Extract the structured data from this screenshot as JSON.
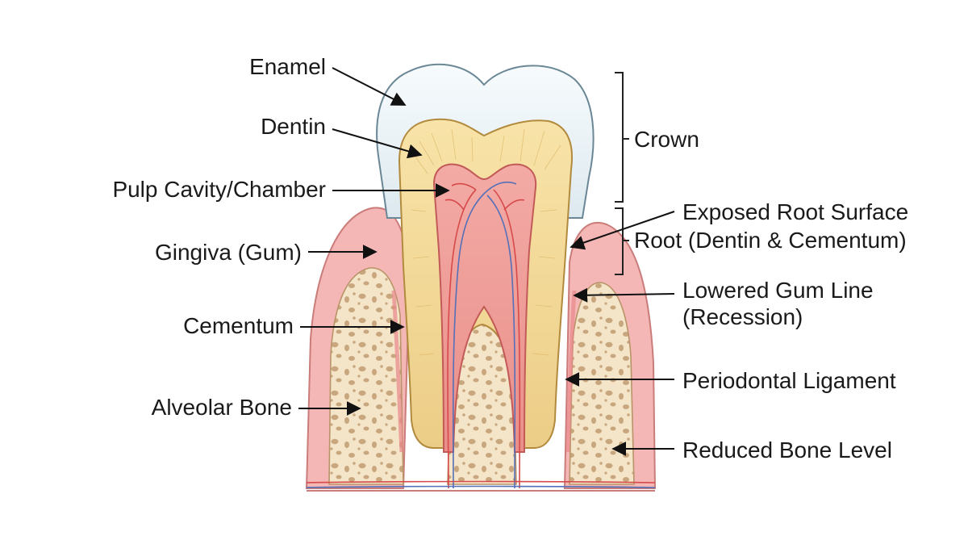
{
  "labels": {
    "enamel": "Enamel",
    "dentin": "Dentin",
    "pulp": "Pulp Cavity/Chamber",
    "gingiva": "Gingiva (Gum)",
    "cementum": "Cementum",
    "alveolar_bone": "Alveolar Bone",
    "crown": "Crown",
    "exposed_root_line1": "Exposed Root Surface",
    "exposed_root_line2": "Root (Dentin & Cementum)",
    "lowered_gum_line1": "Lowered Gum Line",
    "lowered_gum_line2": "(Recession)",
    "periodontal_ligament": "Periodontal Ligament",
    "reduced_bone": "Reduced Bone Level"
  },
  "colors": {
    "enamel": "#e9f1f5",
    "dentin": "#f5dfa0",
    "pulp": "#f2a5a0",
    "gum": "#f4b7b5",
    "bone": "#f4e4c8",
    "bone_pore": "#c9a77e",
    "nerve_red": "#d64a4a",
    "nerve_blue": "#5470b8",
    "outline": "#222222"
  }
}
